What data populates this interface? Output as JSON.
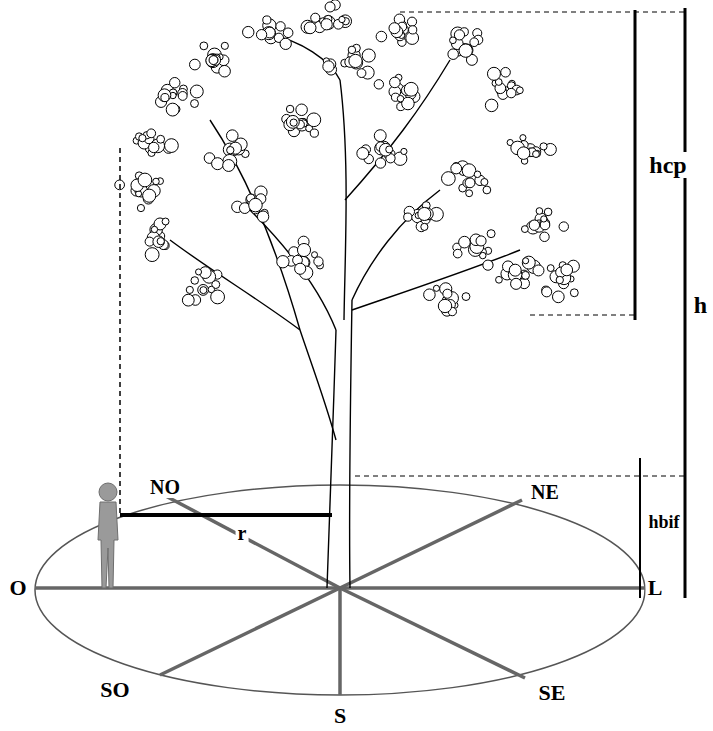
{
  "diagram": {
    "labels": [
      "hcp",
      "h",
      "NO",
      "NE",
      "r",
      "hbif",
      "O",
      "L",
      "SO",
      "S",
      "SE"
    ]
  }
}
